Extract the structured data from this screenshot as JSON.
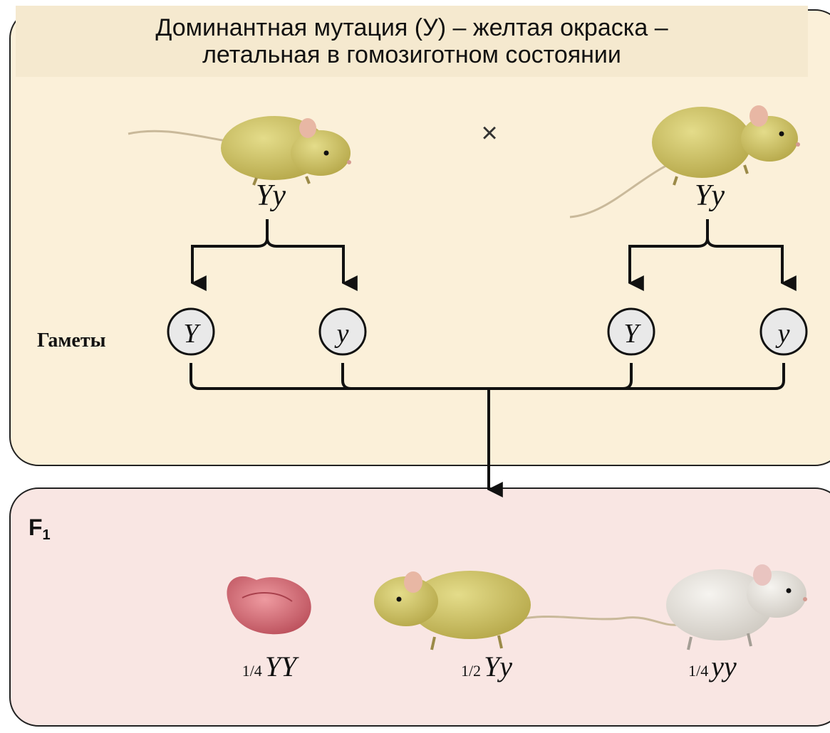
{
  "title": {
    "line1": "Доминантная мутация (У) – желтая окраска –",
    "line2": "летальная в гомозиготном состоянии"
  },
  "parents": {
    "left_genotype": "Yy",
    "right_genotype": "Yy",
    "cross_symbol": "×"
  },
  "gametes": {
    "label": "Гаметы",
    "items": [
      "Y",
      "y",
      "Y",
      "y"
    ]
  },
  "offspring": {
    "generation_label": "F",
    "generation_index": "1",
    "items": [
      {
        "fraction": "1/4",
        "genotype": "YY"
      },
      {
        "fraction": "1/2",
        "genotype": "Yy"
      },
      {
        "fraction": "1/4",
        "genotype": "yy"
      }
    ]
  },
  "colors": {
    "upper_panel": "#fbf0d9",
    "lower_panel": "#f9e6e3",
    "title_band": "#f5e9cf",
    "yellow_mouse": "#d2c56a",
    "white_mouse": "#e6e3de",
    "embryo": "#d4636b",
    "gamete_fill": "#e9e9e9",
    "stroke": "#111111"
  }
}
